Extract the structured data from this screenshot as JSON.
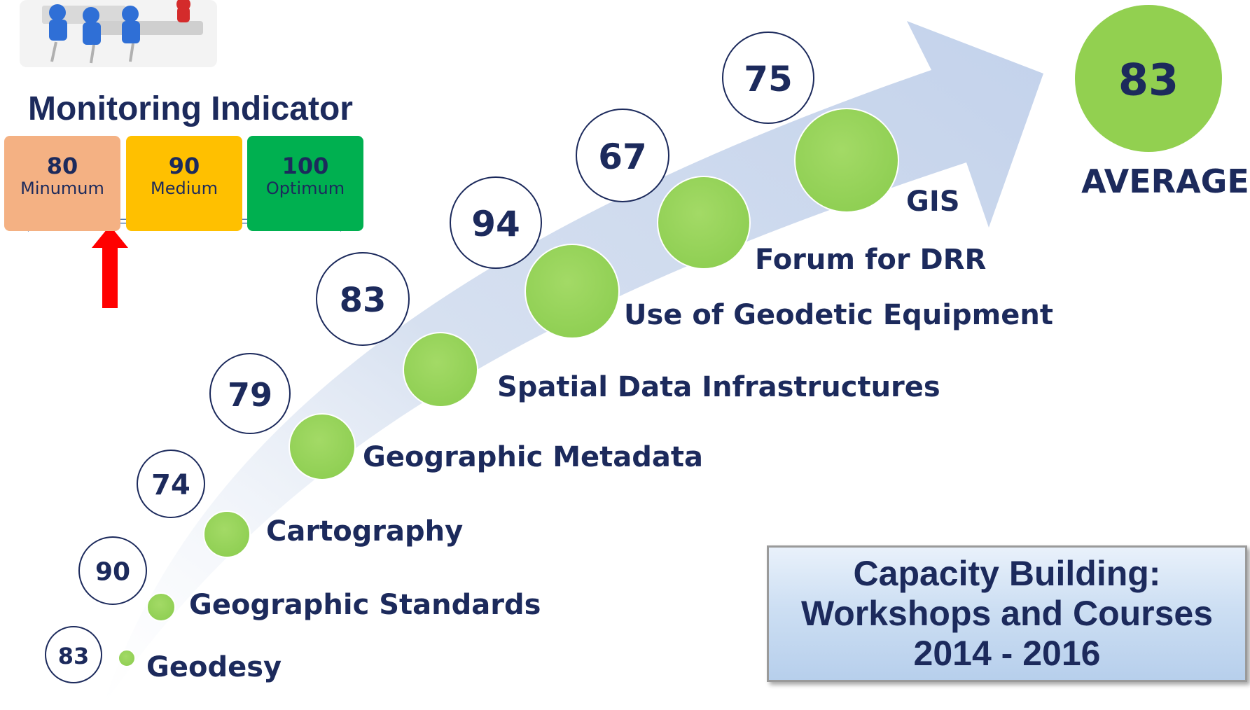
{
  "indicator": {
    "title": "Monitoring Indicator",
    "levels": [
      {
        "value": "80",
        "name": "Minumum",
        "color": "#f4b183"
      },
      {
        "value": "90",
        "name": "Medium",
        "color": "#ffc000"
      },
      {
        "value": "100",
        "name": "Optimum",
        "color": "#00b050"
      }
    ]
  },
  "courses": [
    {
      "name": "Geodesy",
      "score": "83"
    },
    {
      "name": "Geographic Standards",
      "score": "90"
    },
    {
      "name": "Cartography",
      "score": "74"
    },
    {
      "name": "Geographic Metadata",
      "score": "79"
    },
    {
      "name": "Spatial Data Infrastructures",
      "score": "83"
    },
    {
      "name": "Use of Geodetic Equipment",
      "score": "94"
    },
    {
      "name": "Forum for DRR",
      "score": "67"
    },
    {
      "name": "GIS",
      "score": "75"
    }
  ],
  "average": {
    "value": "83",
    "label": "AVERAGE"
  },
  "title_box": {
    "line1": "Capacity Building:",
    "line2": "Workshops and Courses",
    "line3": "2014 - 2016"
  },
  "colors": {
    "text": "#1c2a5c",
    "node_green": "#92d050",
    "arrow": "#c5d3ea",
    "marker": "#ff0000"
  }
}
